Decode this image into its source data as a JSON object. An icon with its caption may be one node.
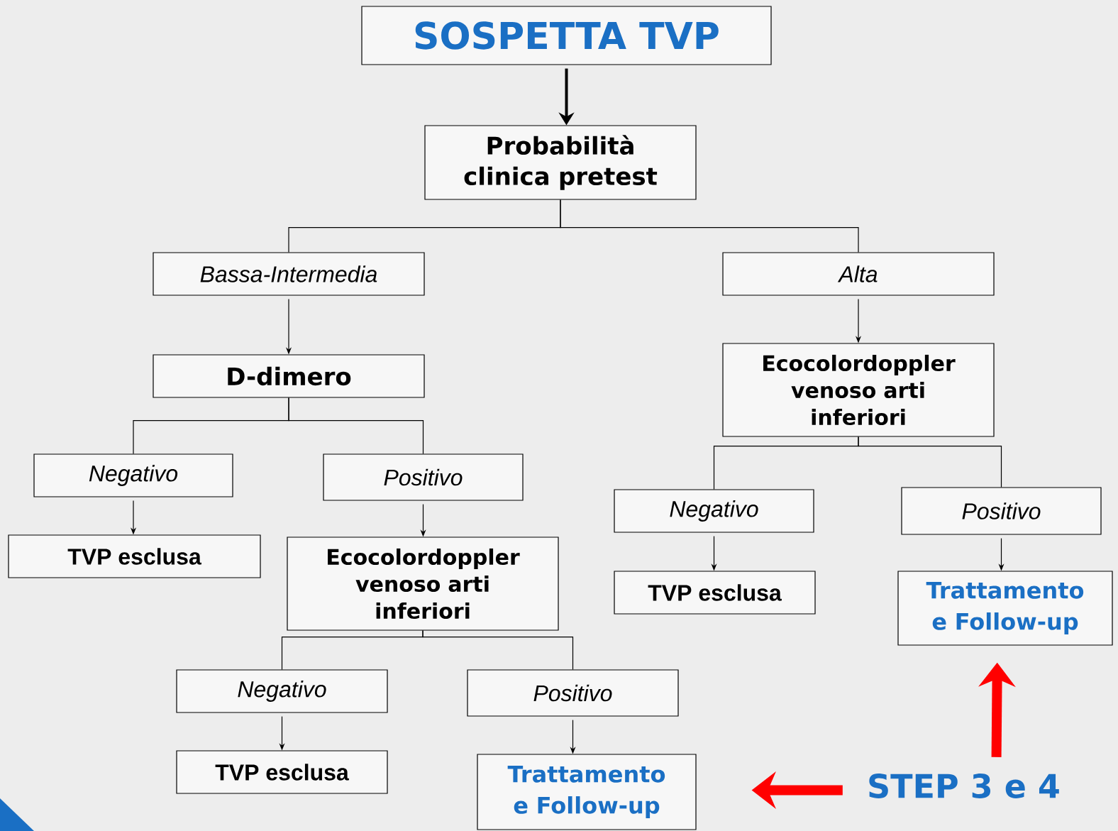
{
  "diagram": {
    "nodes": [
      {
        "text": [
          "SOSPETTA TVP"
        ]
      },
      {
        "text": [
          "Probabilità clinica pretest"
        ]
      },
      {
        "text": [
          "Bassa-Intermedia"
        ]
      },
      {
        "text": [
          "Alta"
        ]
      },
      {
        "text": [
          "D-dimero"
        ]
      },
      {
        "text": [
          "Ecocolordoppler venoso arti inferiori"
        ]
      },
      {
        "text": [
          "Negativo"
        ]
      },
      {
        "text": [
          "Positivo"
        ]
      },
      {
        "text": [
          "TVP esclusa"
        ]
      },
      {
        "text": [
          "Ecocolordoppler venoso arti inferiori"
        ]
      },
      {
        "text": [
          "Negativo"
        ]
      },
      {
        "text": [
          "Positivo"
        ]
      },
      {
        "text": [
          "TVP esclusa"
        ]
      },
      {
        "text": [
          "Trattamento e Follow-up"
        ]
      },
      {
        "text": [
          "Negativo"
        ]
      },
      {
        "text": [
          "Positivo"
        ]
      },
      {
        "text": [
          "TVP esclusa"
        ]
      },
      {
        "text": [
          "Trattamento e Follow-up"
        ]
      },
      {
        "text": [
          "STEP 3 e 4"
        ]
      }
    ],
    "edges": [
      {
        "from": 0,
        "to": 1,
        "arrow": "to",
        "style": "thick"
      },
      {
        "from": 1,
        "to": 2,
        "arrow": "none"
      },
      {
        "from": 1,
        "to": 3,
        "arrow": "none"
      },
      {
        "from": 2,
        "to": 4,
        "arrow": "to"
      },
      {
        "from": 3,
        "to": 5,
        "arrow": "to"
      },
      {
        "from": 4,
        "to": 6,
        "arrow": "none"
      },
      {
        "from": 4,
        "to": 7,
        "arrow": "none"
      },
      {
        "from": 6,
        "to": 8,
        "arrow": "to"
      },
      {
        "from": 7,
        "to": 9,
        "arrow": "to"
      },
      {
        "from": 5,
        "to": 10,
        "arrow": "none"
      },
      {
        "from": 5,
        "to": 11,
        "arrow": "none"
      },
      {
        "from": 10,
        "to": 12,
        "arrow": "to"
      },
      {
        "from": 11,
        "to": 13,
        "arrow": "to"
      },
      {
        "from": 9,
        "to": 14,
        "arrow": "none"
      },
      {
        "from": 9,
        "to": 15,
        "arrow": "none"
      },
      {
        "from": 14,
        "to": 16,
        "arrow": "to"
      },
      {
        "from": 15,
        "to": 17,
        "arrow": "to"
      },
      {
        "from": 18,
        "to": 13,
        "arrow": "to",
        "style": "thick",
        "color": "#ff0000"
      },
      {
        "from": 18,
        "to": 17,
        "arrow": "to",
        "style": "thick",
        "color": "#ff0000"
      }
    ]
  }
}
